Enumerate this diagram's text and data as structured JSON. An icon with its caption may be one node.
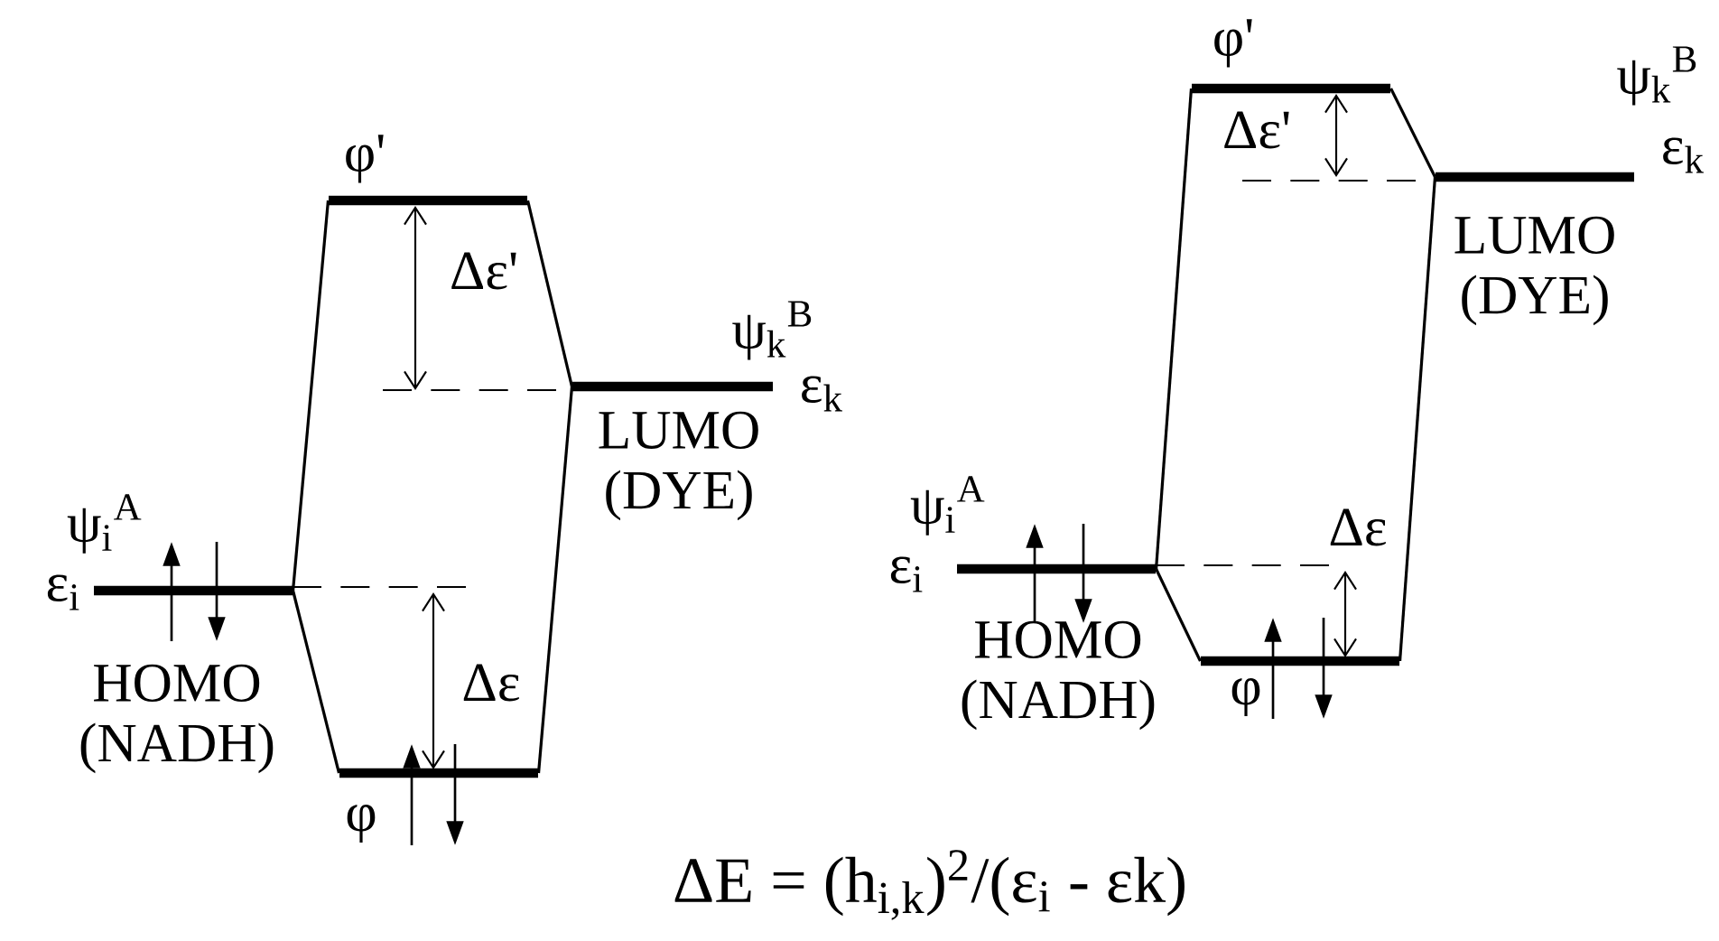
{
  "diagram": {
    "caption": "ΔE = (h$_{i,k}$)$^{2}$/(ε$_{i}$ - εk)",
    "nodes": [
      {
        "text": [],
        "shape": "bar",
        "beside": [
          "ψ$_{i}$$^{A}$",
          "ε$_{i}$",
          "HOMO (NADH)"
        ]
      },
      {
        "text": [],
        "shape": "bar",
        "beside": [
          "φ'"
        ]
      },
      {
        "text": [],
        "shape": "bar",
        "beside": [
          "φ"
        ]
      },
      {
        "text": [],
        "shape": "bar",
        "beside": [
          "ψ$_{k}$$^{B}$",
          "ε$_{k}$",
          "LUMO (DYE)"
        ]
      },
      {
        "text": [],
        "shape": "bar",
        "beside": [
          "ψ$_{i}$$^{A}$",
          "ε$_{i}$",
          "HOMO (NADH)"
        ]
      },
      {
        "text": [],
        "shape": "bar",
        "beside": [
          "φ'"
        ]
      },
      {
        "text": [],
        "shape": "bar",
        "beside": [
          "φ"
        ]
      },
      {
        "text": [],
        "shape": "bar",
        "beside": [
          "ψ$_{k}$$^{B}$",
          "ε$_{k}$",
          "LUMO (DYE)"
        ]
      }
    ],
    "edges": [
      {
        "from": 0,
        "to": 1,
        "arrow": "none"
      },
      {
        "from": 0,
        "to": 2,
        "arrow": "none"
      },
      {
        "from": 3,
        "to": 1,
        "arrow": "none"
      },
      {
        "from": 3,
        "to": 2,
        "arrow": "none"
      },
      {
        "from": 4,
        "to": 5,
        "arrow": "none"
      },
      {
        "from": 4,
        "to": 6,
        "arrow": "none"
      },
      {
        "from": 7,
        "to": 5,
        "arrow": "none"
      },
      {
        "from": 7,
        "to": 6,
        "arrow": "none"
      }
    ],
    "labels": [
      "Δε'",
      "Δε",
      "Δε'",
      "Δε"
    ]
  }
}
